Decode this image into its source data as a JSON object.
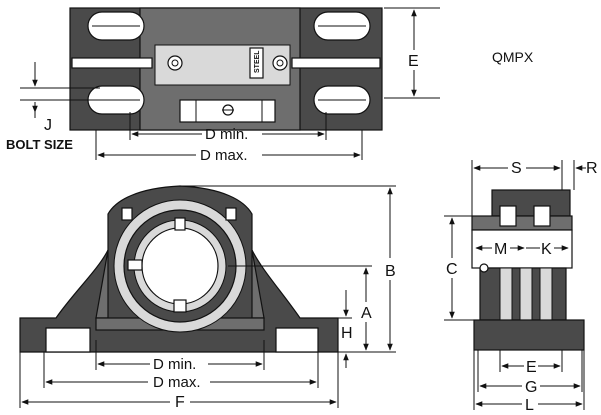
{
  "model": "QMPX",
  "stamp": "STEEL",
  "top_view": {
    "dims": {
      "E": "E",
      "J": "J",
      "bolt_size": "BOLT SIZE",
      "d_min": "D min.",
      "d_max": "D max."
    }
  },
  "front_view": {
    "dims": {
      "B": "B",
      "A": "A",
      "H": "H",
      "d_min": "D min.",
      "d_max": "D max.",
      "F": "F"
    }
  },
  "side_view": {
    "dims": {
      "S": "S",
      "R": "R",
      "C": "C",
      "M": "M",
      "K": "K",
      "E": "E",
      "G": "G",
      "L": "L"
    }
  },
  "colors": {
    "line": "#111111",
    "fill_dark": "#4a4a4a",
    "fill_mid": "#6e6e6e",
    "fill_light": "#d9d9d9",
    "background": "#ffffff"
  }
}
